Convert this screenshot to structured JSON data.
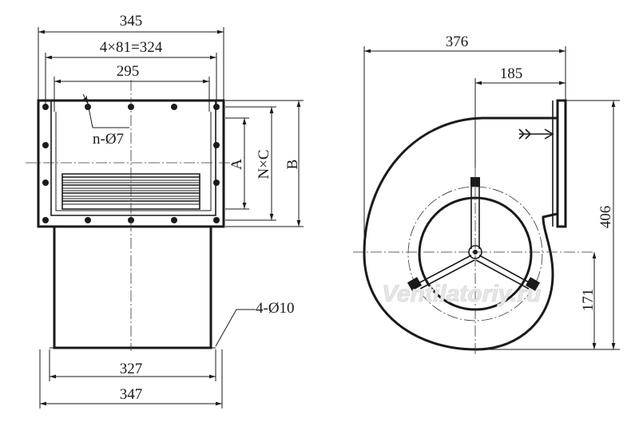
{
  "front_view": {
    "overall_width": "345",
    "hole_pitch": "4×81=324",
    "opening_width": "295",
    "holes_label": "n-Ø7",
    "dim_a": "A",
    "dim_nxc": "N×C",
    "dim_b": "B",
    "mount_holes_label": "4-Ø10",
    "base_inner_width": "327",
    "base_outer_width": "347"
  },
  "side_view": {
    "overall_width": "376",
    "outlet_offset": "185",
    "height": "406",
    "shaft_height": "171"
  },
  "watermark": "Ventilatoriy.ru"
}
